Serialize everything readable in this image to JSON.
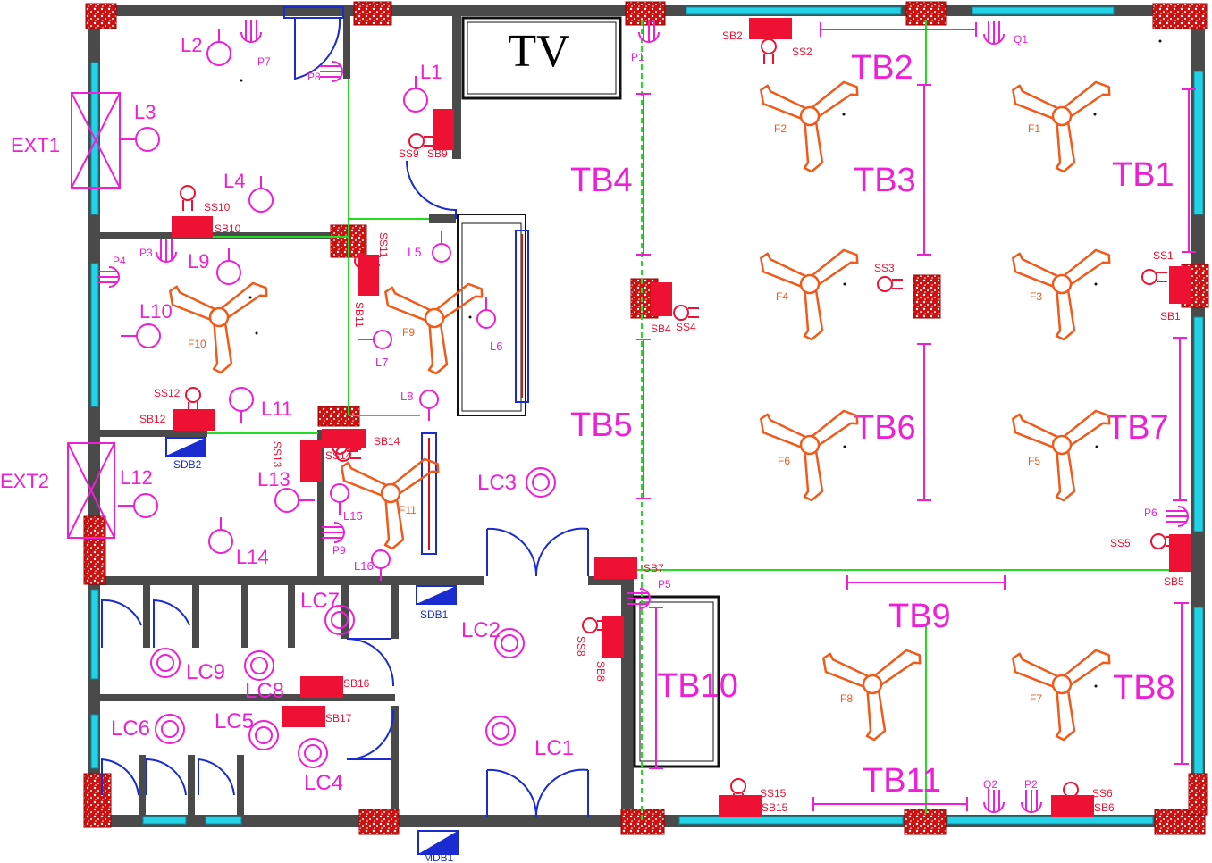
{
  "drawing": {
    "tv": "TV",
    "colors": {
      "wall": "#4a4a4a",
      "column": "#cc1111",
      "window": "#22d3e8",
      "circuit": "#22dd22",
      "symbol": "#ee1fd6",
      "fan": "#f05a1a",
      "board": "#1a2bd0",
      "switchboard": "#ee1133"
    },
    "tray_labels": [
      "TB1",
      "TB2",
      "TB3",
      "TB4",
      "TB5",
      "TB6",
      "TB7",
      "TB8",
      "TB9",
      "TB10",
      "TB11"
    ],
    "extract_fans": [
      "EXT1",
      "EXT2"
    ],
    "lights": [
      "L1",
      "L2",
      "L3",
      "L4",
      "L5",
      "L6",
      "L7",
      "L8",
      "L9",
      "L10",
      "L11",
      "L12",
      "L13",
      "L14",
      "L15",
      "L16"
    ],
    "ceiling_lights": [
      "LC1",
      "LC2",
      "LC3",
      "LC4",
      "LC5",
      "LC6",
      "LC7",
      "LC8",
      "LC9"
    ],
    "fans": [
      "F1",
      "F2",
      "F3",
      "F4",
      "F5",
      "F6",
      "F7",
      "F8",
      "F9",
      "F10",
      "F11"
    ],
    "switch_boards": [
      "SB1",
      "SB2",
      "SB4",
      "SB5",
      "SB6",
      "SB7",
      "SB8",
      "SB9",
      "SB10",
      "SB11",
      "SB12",
      "SB14",
      "SB15",
      "SB16",
      "SB17"
    ],
    "switch_sockets": [
      "SS1",
      "SS2",
      "SS3",
      "SS4",
      "SS5",
      "SS6",
      "SS8",
      "SS9",
      "SS10",
      "SS11",
      "SS12",
      "SS13",
      "SS14",
      "SS15"
    ],
    "power_points": [
      "P1",
      "P2",
      "P3",
      "P4",
      "P5",
      "P6",
      "P7",
      "P8",
      "P9"
    ],
    "other_points": [
      "Q1",
      "Q2"
    ],
    "distribution_boards": [
      "SDB1",
      "SDB2",
      "MDB1"
    ]
  }
}
